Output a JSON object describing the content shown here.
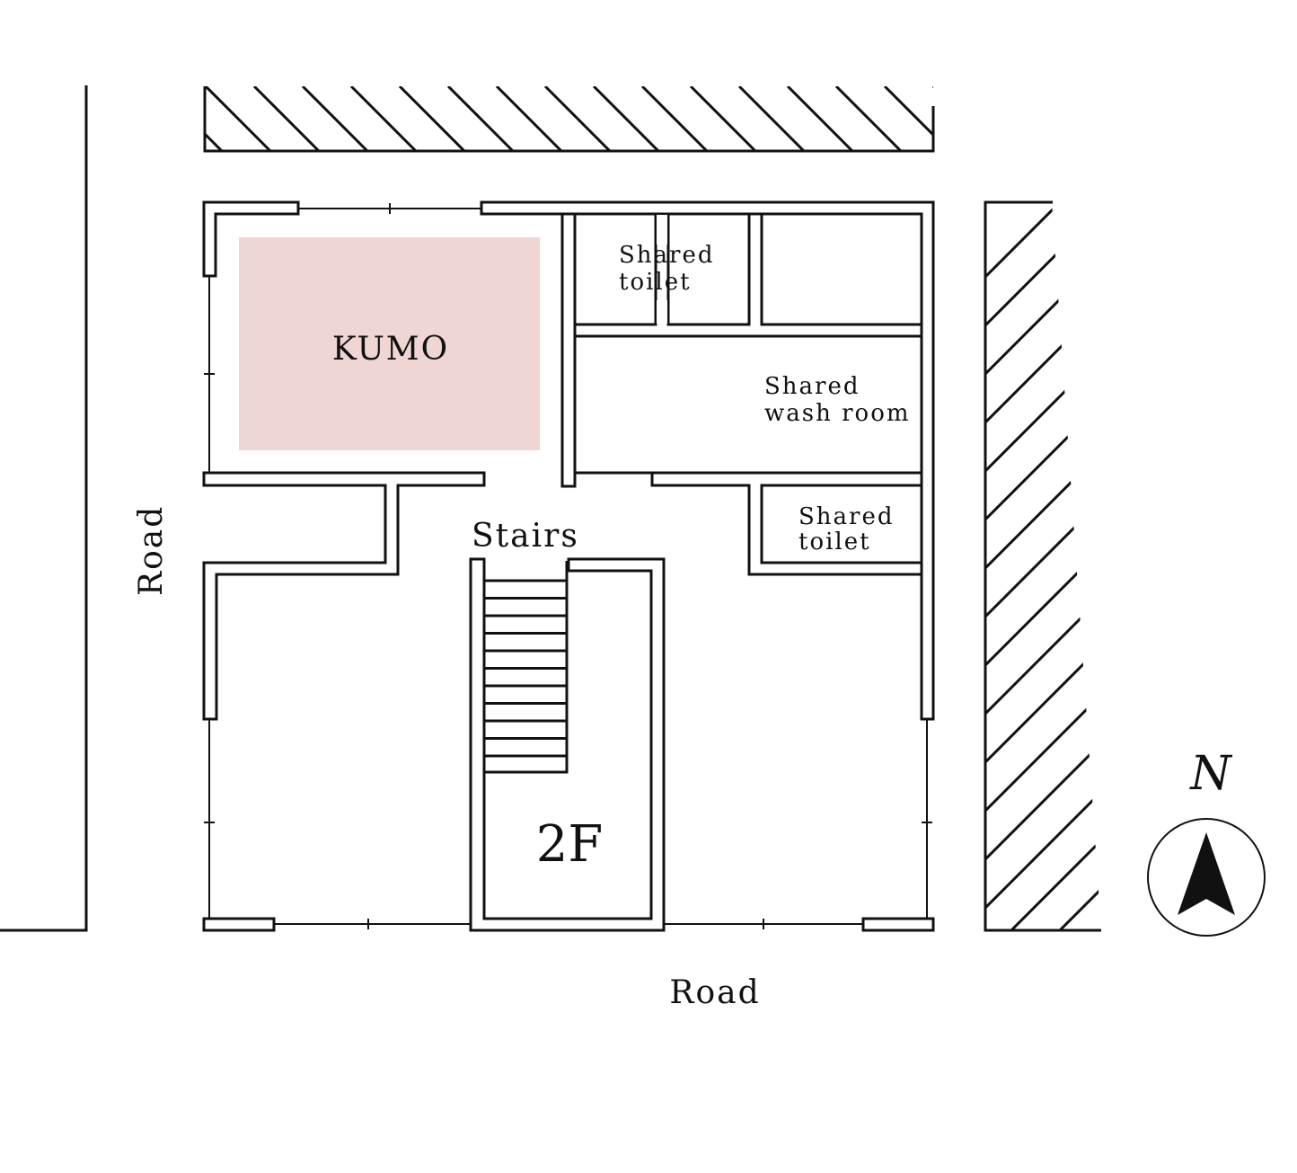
{
  "labels": {
    "room_highlight": "KUMO",
    "toilet_top": [
      "Shared",
      "toilet"
    ],
    "wash_room": [
      "Shared",
      "wash room"
    ],
    "toilet_right": [
      "Shared",
      "toilet"
    ],
    "stairs": "Stairs",
    "floor": "2F",
    "road_left": "Road",
    "road_bottom": "Road",
    "north": "N"
  },
  "colors": {
    "highlight": "#efd5d3",
    "line": "#111111",
    "background": "#ffffff"
  },
  "icons": {
    "compass": "north-arrow-icon",
    "hatch": "neighbor-hatch"
  }
}
